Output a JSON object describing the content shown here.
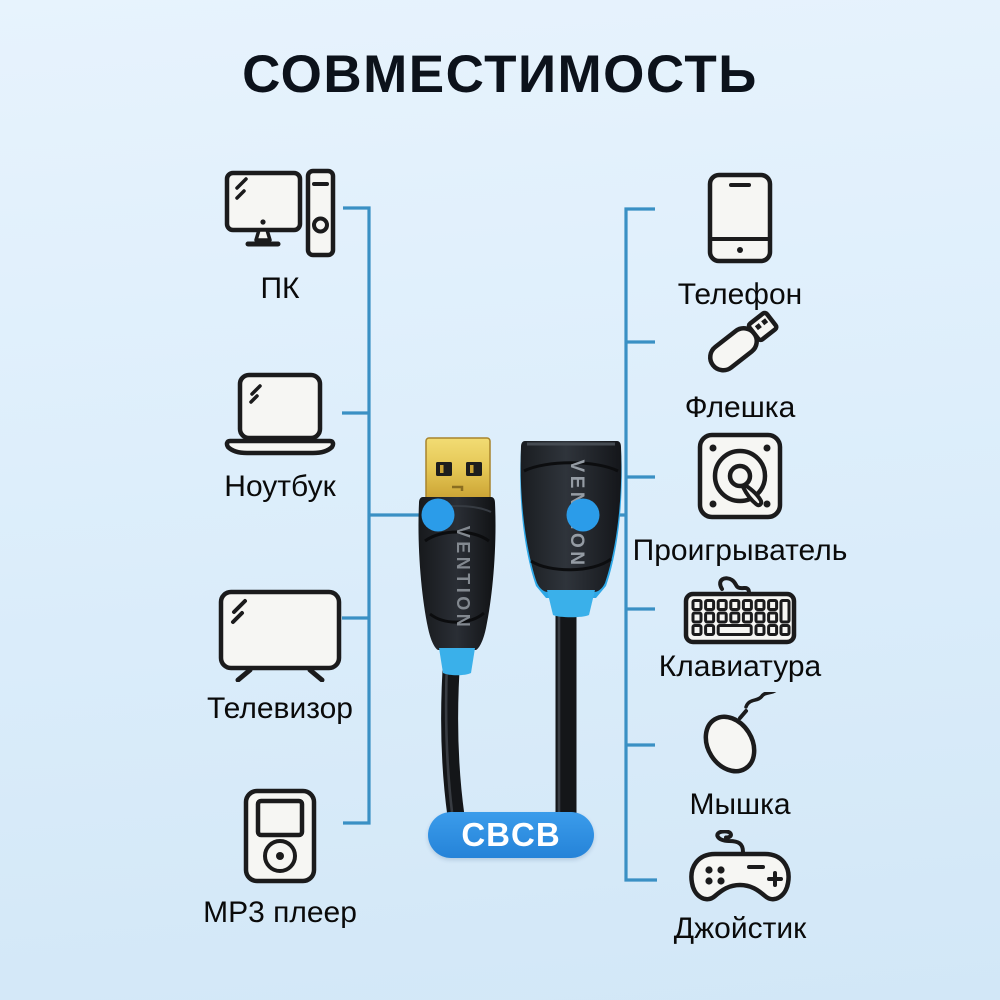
{
  "title": "СОВМЕСТИМОСТЬ",
  "badge": {
    "label": "CBCB"
  },
  "cable": {
    "brand": "VENTION"
  },
  "left_devices": [
    {
      "label": "ПК",
      "icon": "desktop-pc-icon"
    },
    {
      "label": "Ноутбук",
      "icon": "laptop-icon"
    },
    {
      "label": "Телевизор",
      "icon": "tv-icon"
    },
    {
      "label": "MP3 плеер",
      "icon": "mp3-player-icon"
    }
  ],
  "right_devices": [
    {
      "label": "Телефон",
      "icon": "phone-icon"
    },
    {
      "label": "Флешка",
      "icon": "usb-flash-icon"
    },
    {
      "label": "Проигрыватель",
      "icon": "hdd-icon"
    },
    {
      "label": "Клавиатура",
      "icon": "keyboard-icon"
    },
    {
      "label": "Мышка",
      "icon": "mouse-icon"
    },
    {
      "label": "Джойстик",
      "icon": "gamepad-icon"
    }
  ],
  "colors": {
    "background": "#ddeefb",
    "connector_line": "#3a90c4",
    "connection_dot": "#2b9ce9",
    "badge_blue": "#2d8fe2",
    "collar_blue": "#3ab0ea",
    "title_text": "#0c121b",
    "label_text": "#0a0a0a"
  }
}
